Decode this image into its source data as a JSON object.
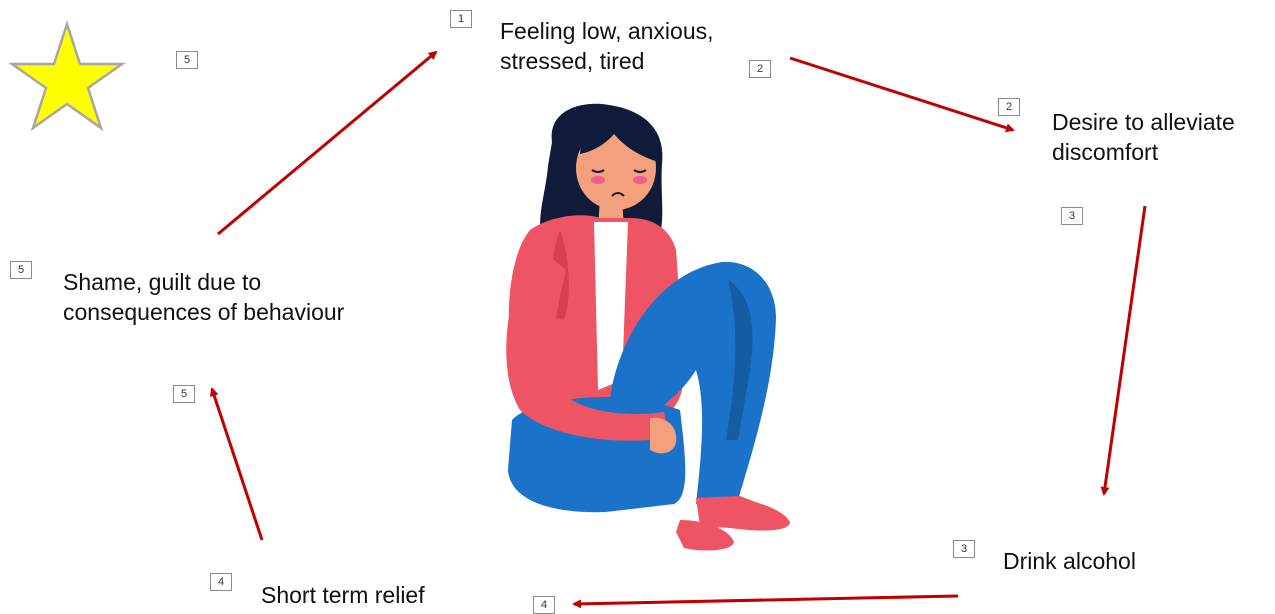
{
  "colors": {
    "arrow": "#c00000",
    "star_fill": "#ffff00",
    "star_stroke": "#a6a6a6",
    "hair": "#0f1b38",
    "skin": "#f4a07c",
    "jacket": "#ef5464",
    "jacket_shade": "#d9404f",
    "shirt": "#ffffff",
    "jeans": "#1a73c8",
    "jeans_shade": "#145ca3",
    "shoes": "#ef5464",
    "cheek": "#f25c8a"
  },
  "star": {
    "icon": "star-icon",
    "badge": "5"
  },
  "steps": [
    {
      "badge": "1",
      "label_line1": "Feeling low, anxious,",
      "label_line2": "stressed, tired"
    },
    {
      "badge": "2",
      "label_line1": "Desire to alleviate",
      "label_line2": "discomfort"
    },
    {
      "badge": "3",
      "label_line1": "Drink alcohol"
    },
    {
      "badge": "4",
      "label_line1": "Short term relief"
    },
    {
      "badge": "5",
      "label_line1": "Shame, guilt due to",
      "label_line2": "consequences of behaviour"
    }
  ],
  "arrow_badges": [
    "2",
    "3",
    "4",
    "5"
  ]
}
